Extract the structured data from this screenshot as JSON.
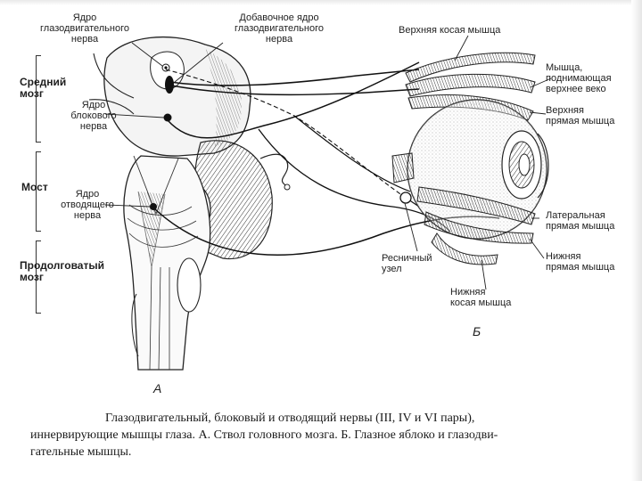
{
  "labels": {
    "oculomotor_nucleus": "Ядро\nглазодвигательного\nнерва",
    "accessory_nucleus": "Добавочное ядро\nглазодвигательного\nнерва",
    "superior_oblique": "Верхняя косая мышца",
    "levator": "Мышца,\nподнимающая\nверхнее веко",
    "superior_rectus": "Верхняя\nпрямая мышца",
    "midbrain": "Средний\nмозг",
    "trochlear_nucleus": "Ядро\nблокового\nнерва",
    "pons": "Мост",
    "abducens_nucleus": "Ядро\nотводящего\nнерва",
    "medulla": "Продолговатый\nмозг",
    "lateral_rectus": "Латеральная\nпрямая мышца",
    "ciliary_ganglion": "Ресничный\nузел",
    "inferior_rectus": "Нижняя\nпрямая мышца",
    "inferior_oblique": "Нижняя\nкосая мышца",
    "panel_a": "А",
    "panel_b": "Б"
  },
  "caption": {
    "line1": "Глазодвигательный, блоковый и отводящий нервы (III, IV и VI пары),",
    "line2": "иннервирующие мышцы глаза. А. Ствол головного мозга. Б. Глазное яблоко и глазодви-",
    "line3": "гательные мышцы."
  }
}
